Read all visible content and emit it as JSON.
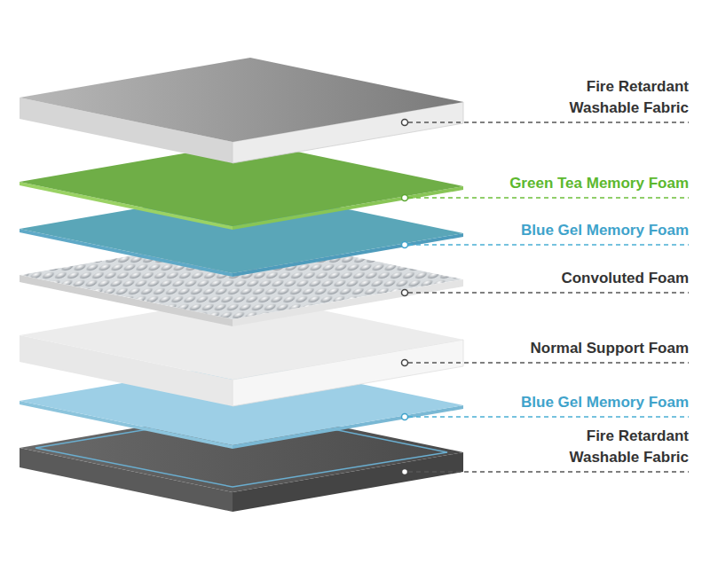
{
  "diagram": {
    "labels": [
      "Fire Retardant Washable Fabric",
      "Green Tea Memory Foam",
      "Blue Gel Memory Foam",
      "Convoluted Foam",
      "Normal Support Foam",
      "Blue Gel Memory Foam",
      "Fire Retardant Washable Fabric"
    ]
  }
}
